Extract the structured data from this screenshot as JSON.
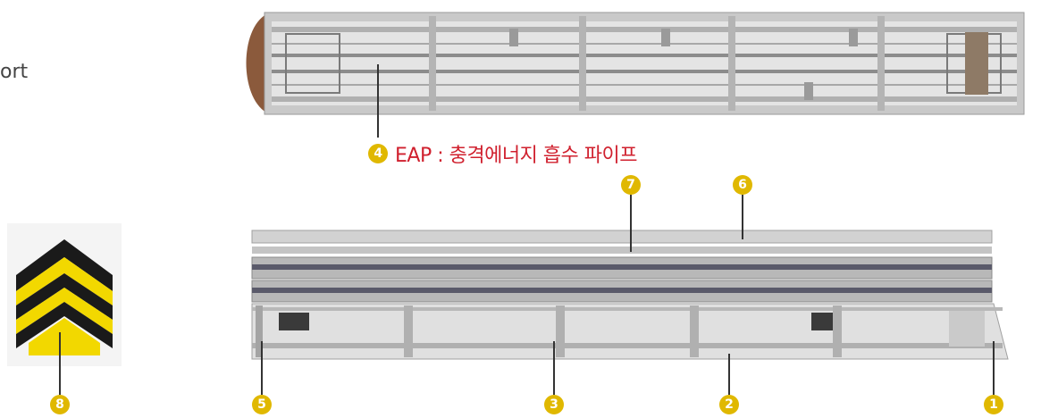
{
  "edge_text": "ort",
  "caption": {
    "badge": "4",
    "text": "EAP : 충격에너지 흡수 파이프"
  },
  "colors": {
    "caption_red": "#d0202e",
    "badge_yellow": "#e0b800",
    "stripe_yellow": "#f2d800",
    "stripe_black": "#1a1a1a"
  },
  "callouts": {
    "c1": "1",
    "c2": "2",
    "c3": "3",
    "c4": "4",
    "c5": "5",
    "c6": "6",
    "c7": "7",
    "c8": "8"
  }
}
